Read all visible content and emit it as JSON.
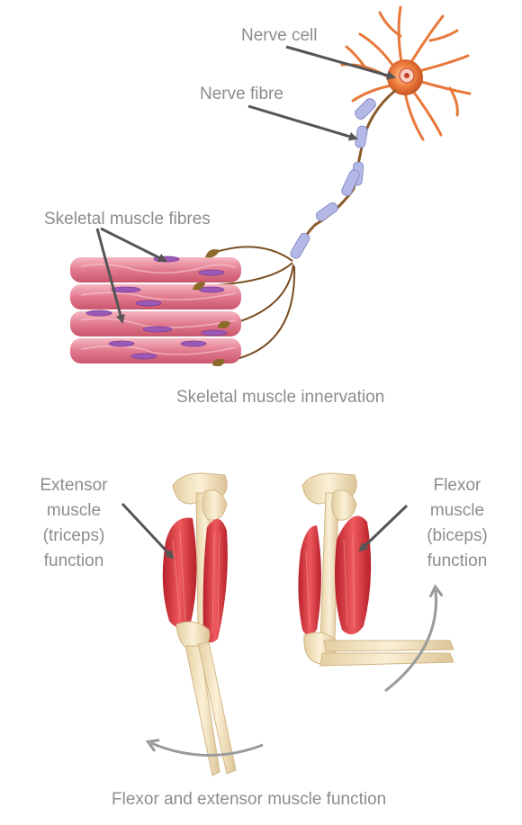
{
  "top_diagram": {
    "nerve_cell_label": "Nerve cell",
    "nerve_fibre_label": "Nerve fibre",
    "muscle_fibres_label": "Skeletal muscle fibres",
    "caption": "Skeletal muscle innervation"
  },
  "bottom_diagram": {
    "extensor_label": [
      "Extensor",
      "muscle",
      "(triceps)",
      "function"
    ],
    "flexor_label": [
      "Flexor",
      "muscle",
      "(biceps)",
      "function"
    ],
    "caption": "Flexor and extensor muscle function"
  },
  "colors": {
    "label_text": "#8d8d8d",
    "pointer_arrow": "#555555",
    "muscle_fibre": "#e07a8e",
    "nucleus": "#9b59b6",
    "axon_sheath": "#b4b8e6",
    "bone": "#f3e3c0",
    "muscle_red": "#d9363e",
    "neuron_orange": "#e8783a",
    "motion_arrow": "#9a9a9a"
  }
}
